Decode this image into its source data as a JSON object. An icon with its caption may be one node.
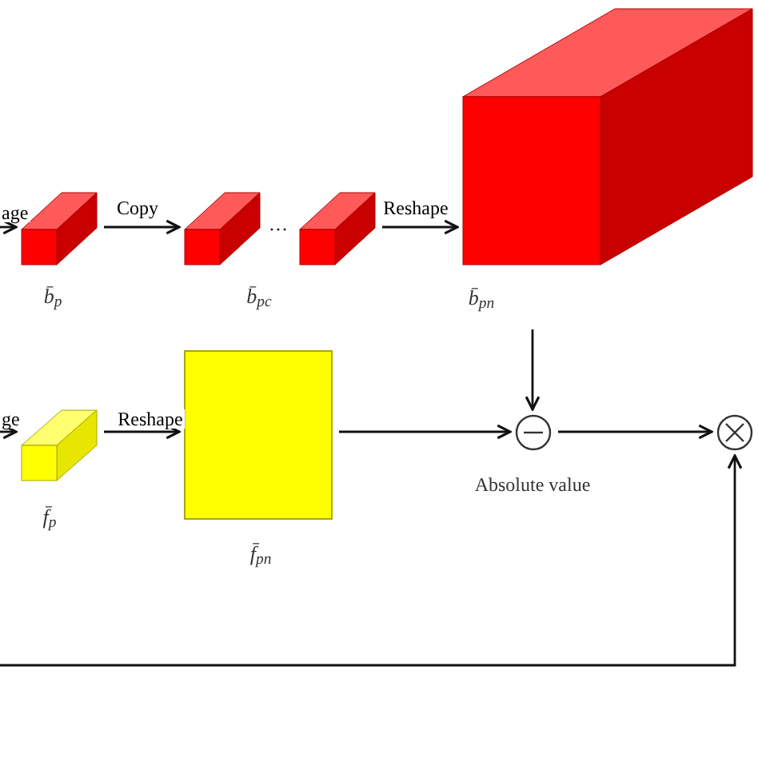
{
  "diagram": {
    "nodes": [
      {
        "text": [],
        "shape": "box",
        "beside": [
          "b̄$_{p}$"
        ]
      },
      {
        "text": [],
        "shape": "box",
        "beside": [
          "b̄$_{pc}$"
        ]
      },
      {
        "text": [],
        "shape": "box"
      },
      {
        "text": [],
        "shape": "box",
        "beside": [
          "b̄$_{pn}$"
        ]
      },
      {
        "text": [],
        "shape": "box",
        "beside": [
          "f̄$_{p}$"
        ]
      },
      {
        "text": [],
        "shape": "box",
        "beside": [
          "f̄$_{pn}$"
        ]
      },
      {
        "text": [],
        "shape": "circle",
        "beside": [
          "Absolute value"
        ]
      },
      {
        "text": [],
        "shape": "circle"
      }
    ],
    "edges": [
      {
        "from": null,
        "to": 0,
        "arrow": "to",
        "label": "age"
      },
      {
        "from": 0,
        "to": 1,
        "arrow": "to",
        "label": "Copy"
      },
      {
        "from": 2,
        "to": 3,
        "arrow": "to",
        "label": "Reshape"
      },
      {
        "from": 3,
        "to": 6,
        "arrow": "to"
      },
      {
        "from": null,
        "to": 4,
        "arrow": "to",
        "label": "ge"
      },
      {
        "from": 4,
        "to": 5,
        "arrow": "to",
        "label": "Reshape"
      },
      {
        "from": 5,
        "to": 6,
        "arrow": "to"
      },
      {
        "from": 6,
        "to": 7,
        "arrow": "to"
      },
      {
        "from": null,
        "to": 7,
        "arrow": "to"
      }
    ],
    "labels": [
      "…"
    ]
  }
}
